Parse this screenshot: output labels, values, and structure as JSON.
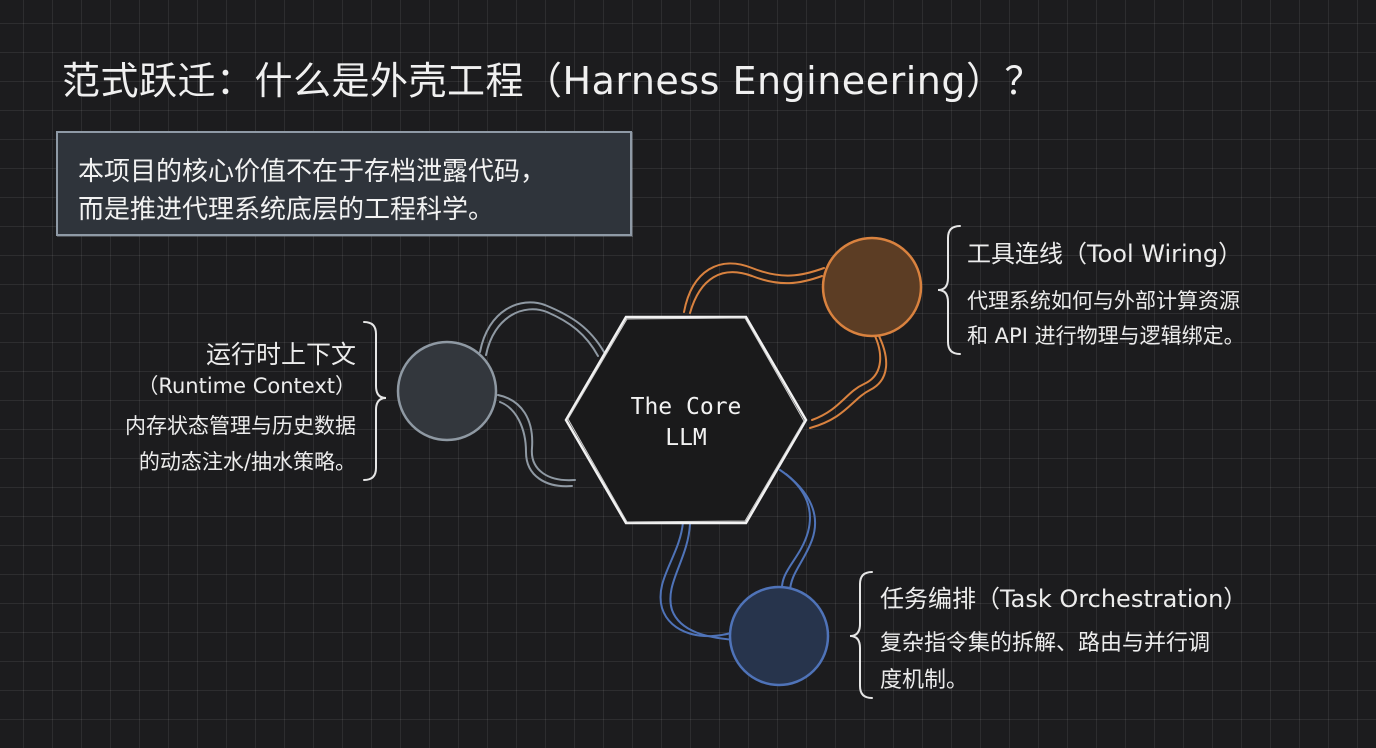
{
  "title": "范式跃迁：什么是外壳工程（Harness Engineering）？",
  "note": {
    "line1": "本项目的核心价值不在于存档泄露代码，",
    "line2": "而是推进代理系统底层的工程科学。"
  },
  "core": {
    "line1": "The Core",
    "line2": "LLM"
  },
  "nodes": {
    "runtime": {
      "heading": "运行时上下文",
      "subtitle": "（Runtime Context）",
      "desc_line1": "内存状态管理与历史数据",
      "desc_line2": "的动态注水/抽水策略。",
      "color": "#8f99a3"
    },
    "tool": {
      "heading": "工具连线（Tool Wiring）",
      "desc_line1": "代理系统如何与外部计算资源",
      "desc_line2": "和 API 进行物理与逻辑绑定。",
      "color": "#d9823f"
    },
    "task": {
      "heading": "任务编排（Task Orchestration）",
      "desc_line1": "复杂指令集的拆解、路由与并行调",
      "desc_line2": "度机制。",
      "color": "#4f73b8"
    }
  }
}
